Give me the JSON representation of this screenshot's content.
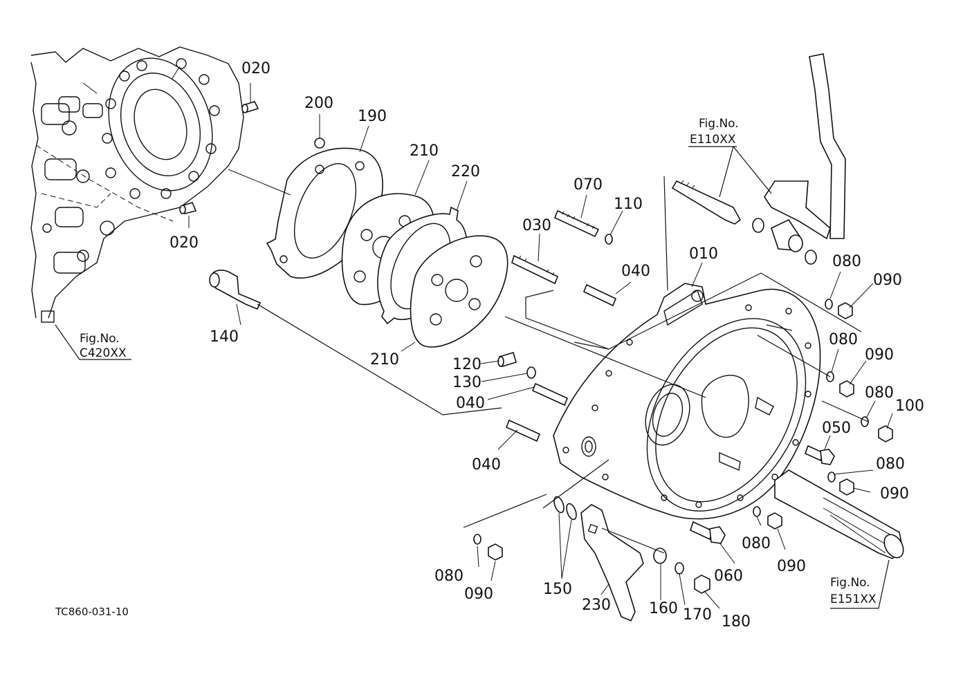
{
  "drawing_code": "TC860-031-10",
  "references": [
    {
      "caption": "Fig.No.",
      "code": "C420XX"
    },
    {
      "caption": "Fig.No.",
      "code": "E110XX"
    },
    {
      "caption": "Fig.No.",
      "code": "E151XX"
    }
  ],
  "part_numbers": {
    "p020a": "020",
    "p020b": "020",
    "p200": "200",
    "p190": "190",
    "p210a": "210",
    "p220": "220",
    "p070": "070",
    "p110": "110",
    "p030": "030",
    "p040a": "040",
    "p010": "010",
    "p080a": "080",
    "p090a": "090",
    "p140": "140",
    "p210b": "210",
    "p120": "120",
    "p130": "130",
    "p040b": "040",
    "p080b": "080",
    "p090b": "090",
    "p080c": "080",
    "p100": "100",
    "p050": "050",
    "p040c": "040",
    "p080d": "080",
    "p090c": "090",
    "p080e": "080",
    "p090d": "090",
    "p060": "060",
    "p080f": "080",
    "p090e": "090",
    "p150": "150",
    "p230": "230",
    "p160": "160",
    "p170": "170",
    "p180": "180"
  }
}
